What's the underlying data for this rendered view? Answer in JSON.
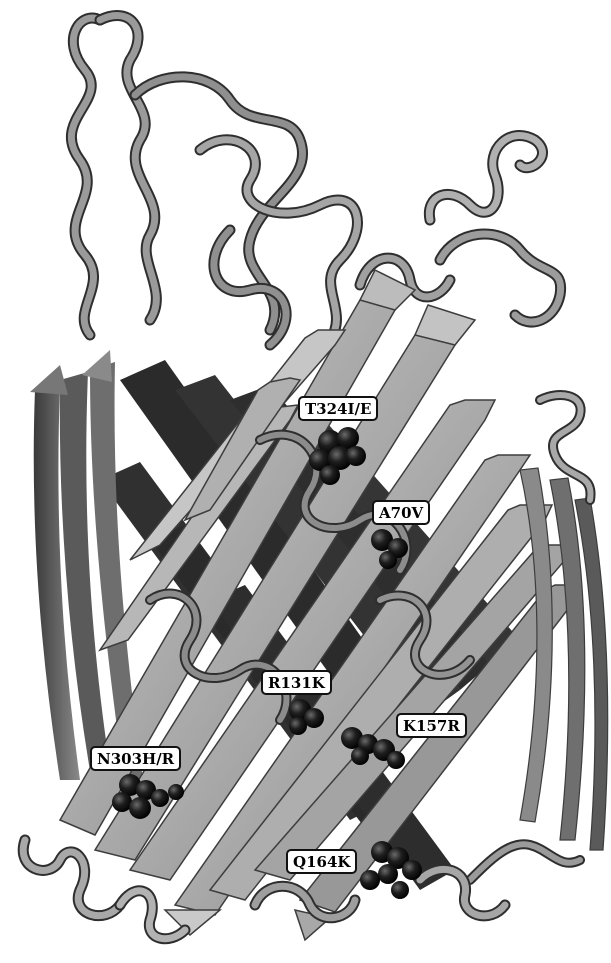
{
  "figure": {
    "description_kind": "protein ribbon structure",
    "colors": {
      "background": "#ffffff",
      "strand_light": "#bdbdbd",
      "strand_mid": "#9a9a9a",
      "strand_dark": "#555555",
      "strand_back": "#2b2b2b",
      "loop": "#8f8f8f",
      "loop_outline": "#2e2e2e",
      "residue_atoms": "#101010",
      "label_fill": "#ffffff",
      "label_border": "#111111"
    },
    "mutation_labels": [
      {
        "id": "t324",
        "text": "T324I/E"
      },
      {
        "id": "a70",
        "text": "A70V"
      },
      {
        "id": "r131",
        "text": "R131K"
      },
      {
        "id": "k157",
        "text": "K157R"
      },
      {
        "id": "n303",
        "text": "N303H/R"
      },
      {
        "id": "q164",
        "text": "Q164K"
      }
    ]
  }
}
